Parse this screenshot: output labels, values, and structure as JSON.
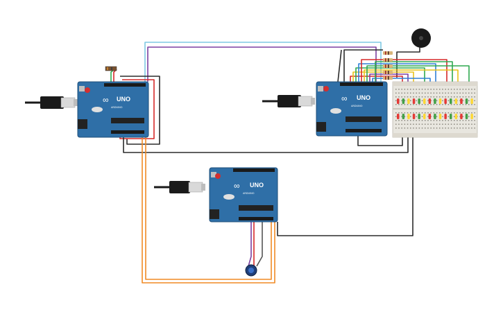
{
  "boards": [
    {
      "id": "left",
      "brand": "ARDUINO",
      "model": "UNO"
    },
    {
      "id": "right",
      "brand": "ARDUINO",
      "model": "UNO"
    },
    {
      "id": "bottom",
      "brand": "ARDUINO",
      "model": "UNO"
    }
  ],
  "components": {
    "buzzer": "piezo",
    "potentiometer": "potentiometer",
    "breadboard": "breadboard",
    "leds": [
      "red",
      "green",
      "yellow",
      "red",
      "green",
      "yellow",
      "red",
      "green",
      "yellow",
      "red",
      "green",
      "yellow",
      "red",
      "green",
      "yellow"
    ],
    "resistors": 5,
    "usb_cables": 3
  },
  "wire_colors": {
    "black": "#2b2b2b",
    "red": "#d62828",
    "orange": "#f08a24",
    "purple": "#7b3fa0",
    "cyan": "#7ec8e3",
    "green": "#2fa84f",
    "yellow": "#e8c21a",
    "blue": "#2f7fd6",
    "gray": "#555555"
  },
  "colors": {
    "board": "#2f6fa7",
    "board_dark": "#1f4f7a",
    "breadboard": "#e8e6df",
    "usb_body": "#d9d9d9",
    "cable": "#1a1a1a"
  }
}
